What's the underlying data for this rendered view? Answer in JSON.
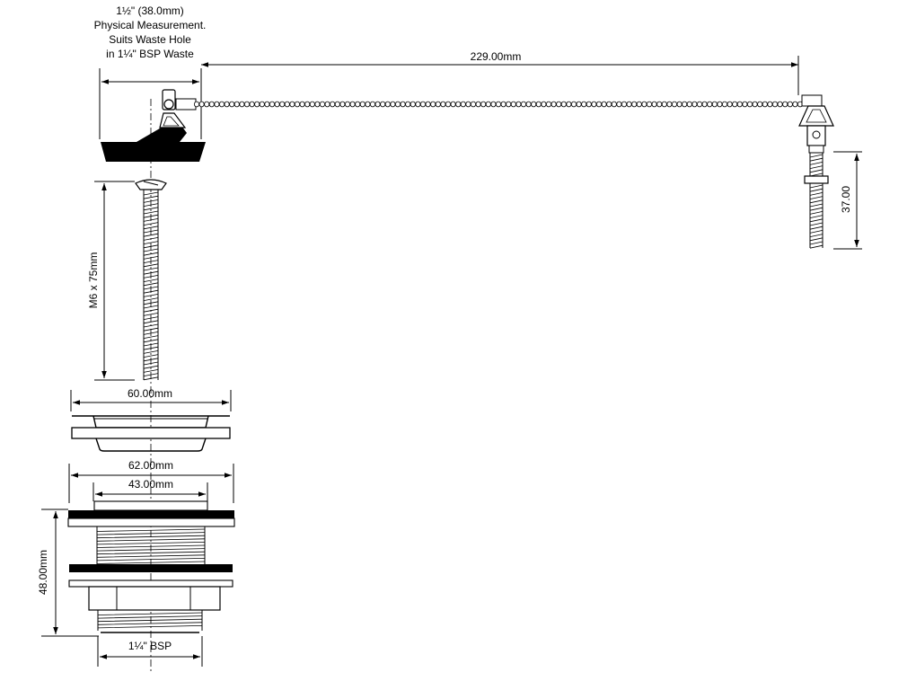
{
  "labels": {
    "plug_dia_line1": "1½\" (38.0mm)",
    "plug_dia_line2": "Physical Measurement.",
    "plug_dia_line3": "Suits Waste Hole",
    "plug_dia_line4": "in 1¼\" BSP Waste",
    "chain_length": "229.00mm",
    "stay_height": "37.00",
    "bolt": "M6 x 75mm",
    "flange_dia": "60.00mm",
    "body_dia": "62.00mm",
    "thread_dia": "43.00mm",
    "body_height": "48.00mm",
    "outlet_thread": "1¼\" BSP"
  },
  "colors": {
    "line": "#000000",
    "background": "#ffffff"
  }
}
